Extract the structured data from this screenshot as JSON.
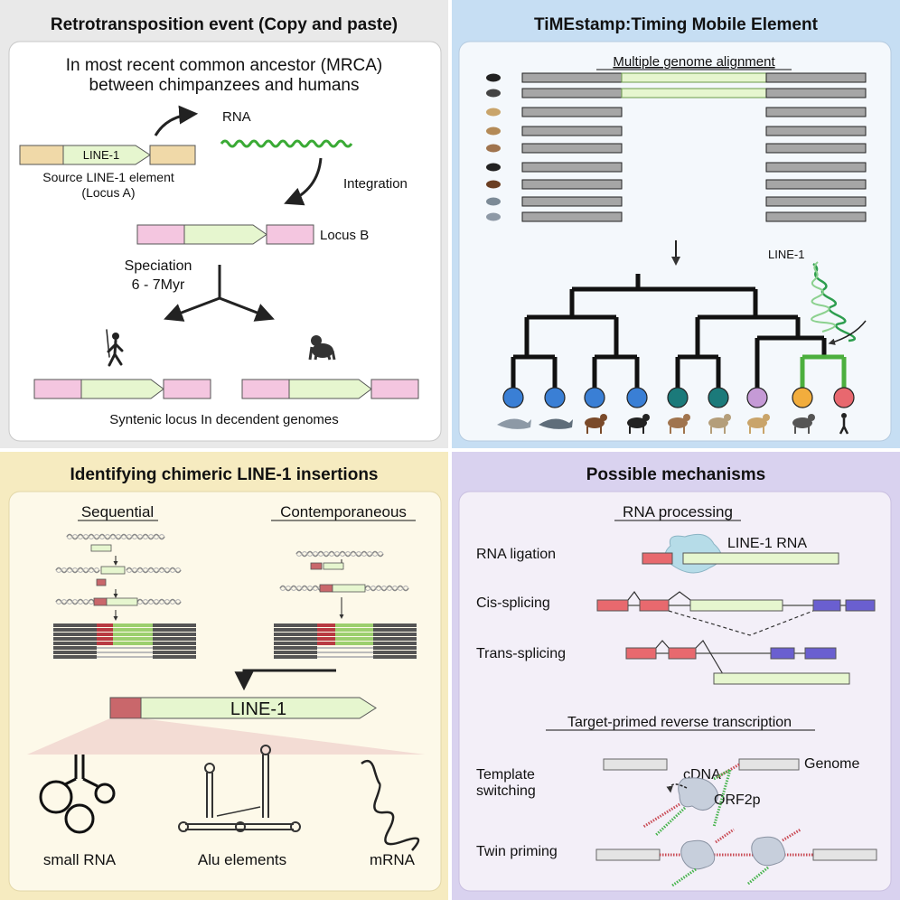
{
  "panel1": {
    "title": "Retrotransposition event (Copy and paste)",
    "heading_line1": "In most recent common ancestor (MRCA)",
    "heading_line2": "between chimpanzees and humans",
    "element_label": "LINE-1",
    "source_line1": "Source LINE-1 element",
    "source_line2": "(Locus A)",
    "rna_label": "RNA",
    "integration_label": "Integration",
    "locus_b_label": "Locus B",
    "speciation_line1": "Speciation",
    "speciation_line2": "6 - 7Myr",
    "syntenic_label": "Syntenic locus In decendent genomes",
    "colors": {
      "flank": "#f0d9a8",
      "line1": "#e6f6cf",
      "pink": "#f4c6e0"
    }
  },
  "panel2": {
    "title": "TiMEstamp:Timing Mobile Element",
    "alignment_label": "Multiple genome alignment",
    "line1_label": "LINE-1",
    "tip_colors": [
      "#3a7fd5",
      "#3a7fd5",
      "#3a7fd5",
      "#3a7fd5",
      "#1b7a7a",
      "#1b7a7a",
      "#c59ad6",
      "#f2ad3d",
      "#e8686f"
    ],
    "species_icons": [
      "dolphin-icon",
      "whale-icon",
      "horse-icon",
      "dog-icon",
      "rabbit-icon",
      "mouse-icon",
      "macaque-icon",
      "chimpanzee-icon",
      "human-icon"
    ]
  },
  "panel3": {
    "title": "Identifying chimeric LINE-1 insertions",
    "sequential_label": "Sequential",
    "contemporaneous_label": "Contemporaneous",
    "line1_label": "LINE-1",
    "small_rna_label": "small RNA",
    "alu_label": "Alu elements",
    "mrna_label": "mRNA"
  },
  "panel4": {
    "title": "Possible mechanisms",
    "rna_processing_label": "RNA processing",
    "rna_ligation_label": "RNA ligation",
    "line1_rna_label": "LINE-1 RNA",
    "cis_label": "Cis-splicing",
    "trans_label": "Trans-splicing",
    "tprt_label": "Target-primed reverse transcription",
    "template_line1": "Template",
    "template_line2": "switching",
    "cdna_label": "cDNA",
    "genome_label": "Genome",
    "orf2p_label": "ORF2p",
    "twin_label": "Twin priming"
  },
  "colors": {
    "panel1_bg": "#e9e9e9",
    "panel2_bg": "#c6def3",
    "panel3_bg": "#f6ebc0",
    "panel4_bg": "#d9d2ef",
    "exon_red": "#e8696e",
    "exon_blue": "#6a5fd0",
    "line1_green": "#e6f6cf"
  }
}
